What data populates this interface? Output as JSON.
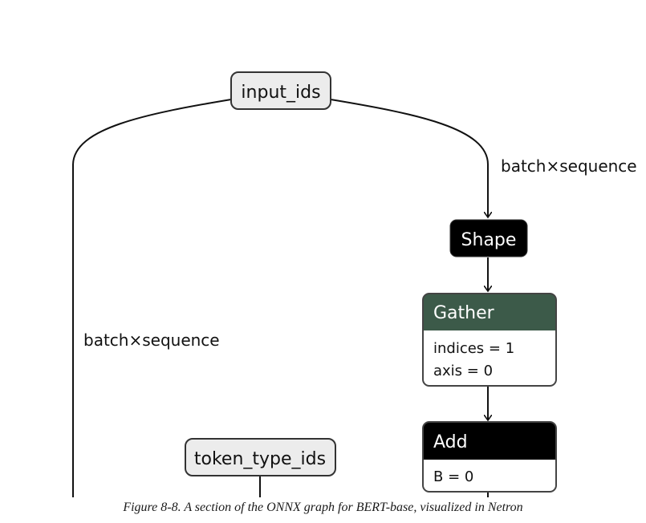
{
  "graph": {
    "input_node": "input_ids",
    "edge_label_right": "batch×sequence",
    "edge_label_left": "batch×sequence",
    "shape_node": "Shape",
    "gather_node": {
      "title": "Gather",
      "attributes": [
        "indices = 1",
        "axis = 0"
      ]
    },
    "add_node": {
      "title": "Add",
      "attributes": [
        "B = 0"
      ]
    },
    "token_node": "token_type_ids"
  },
  "colors": {
    "gather_header": "#3c5a49",
    "add_header": "#000000",
    "shape_fill": "#000000",
    "input_fill": "#ececec",
    "edge": "#111111"
  },
  "caption": "Figure 8-8. A section of the ONNX graph for BERT-base, visualized in Netron"
}
